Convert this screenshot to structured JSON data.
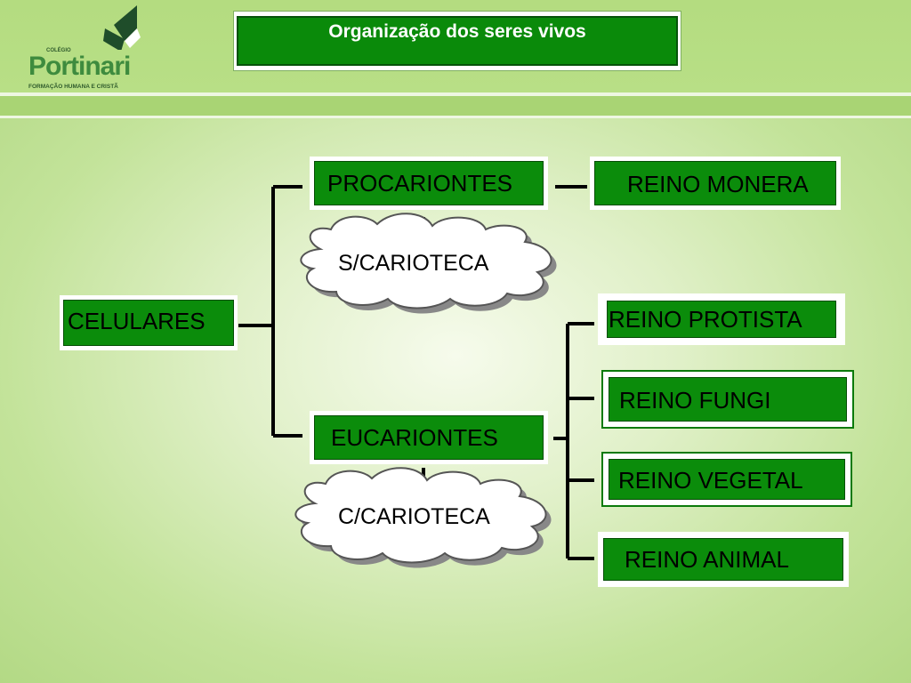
{
  "logo": {
    "colegio": "COLÉGIO",
    "name": "Portinari",
    "tagline": "FORMAÇÃO HUMANA E CRISTÃ"
  },
  "title": "Organização dos seres vivos",
  "diagram": {
    "root": "CELULARES",
    "procariontes": "PROCARIONTES",
    "reino_monera": "REINO MONERA",
    "s_carioteca": "S/CARIOTECA",
    "eucariontes": "EUCARIONTES",
    "c_carioteca": "C/CARIOTECA",
    "reinos_eucariontes": [
      "REINO PROTISTA",
      "REINO FUNGI",
      "REINO VEGETAL",
      "REINO ANIMAL"
    ]
  },
  "colors": {
    "box_green": "#0b8c0b",
    "background_green": "#b9dd88",
    "line": "#000000"
  }
}
